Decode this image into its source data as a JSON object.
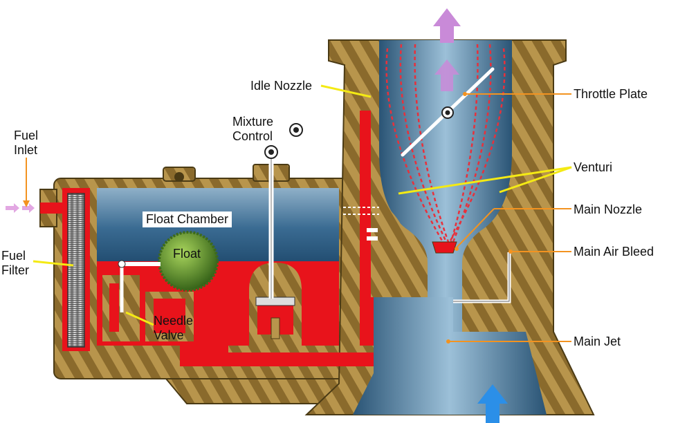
{
  "labels": {
    "fuel_inlet_line1": "Fuel",
    "fuel_inlet_line2": "Inlet",
    "fuel_filter_line1": "Fuel",
    "fuel_filter_line2": "Filter",
    "needle_valve_line1": "Needle",
    "needle_valve_line2": "Valve",
    "float_chamber": "Float Chamber",
    "float": "Float",
    "mixture_control_line1": "Mixture",
    "mixture_control_line2": "Control",
    "idle_nozzle": "Idle Nozzle",
    "throttle_plate": "Throttle Plate",
    "venturi": "Venturi",
    "main_nozzle": "Main Nozzle",
    "main_air_bleed": "Main Air Bleed",
    "main_jet": "Main Jet"
  },
  "colors": {
    "housing": "#8a6a2c",
    "fuel": "#e8131b",
    "air_chamber": "#2f5f86",
    "float": "#4b7d22",
    "leader_yellow": "#f4ea14",
    "leader_orange": "#f39320",
    "arrow_out": "#c98ad8",
    "arrow_in": "#2b8fe8"
  },
  "icons": {
    "inlet_arrow": "arrow-right-icon",
    "outlet_arrow": "arrow-up-icon",
    "intake_arrow": "arrow-up-icon"
  }
}
